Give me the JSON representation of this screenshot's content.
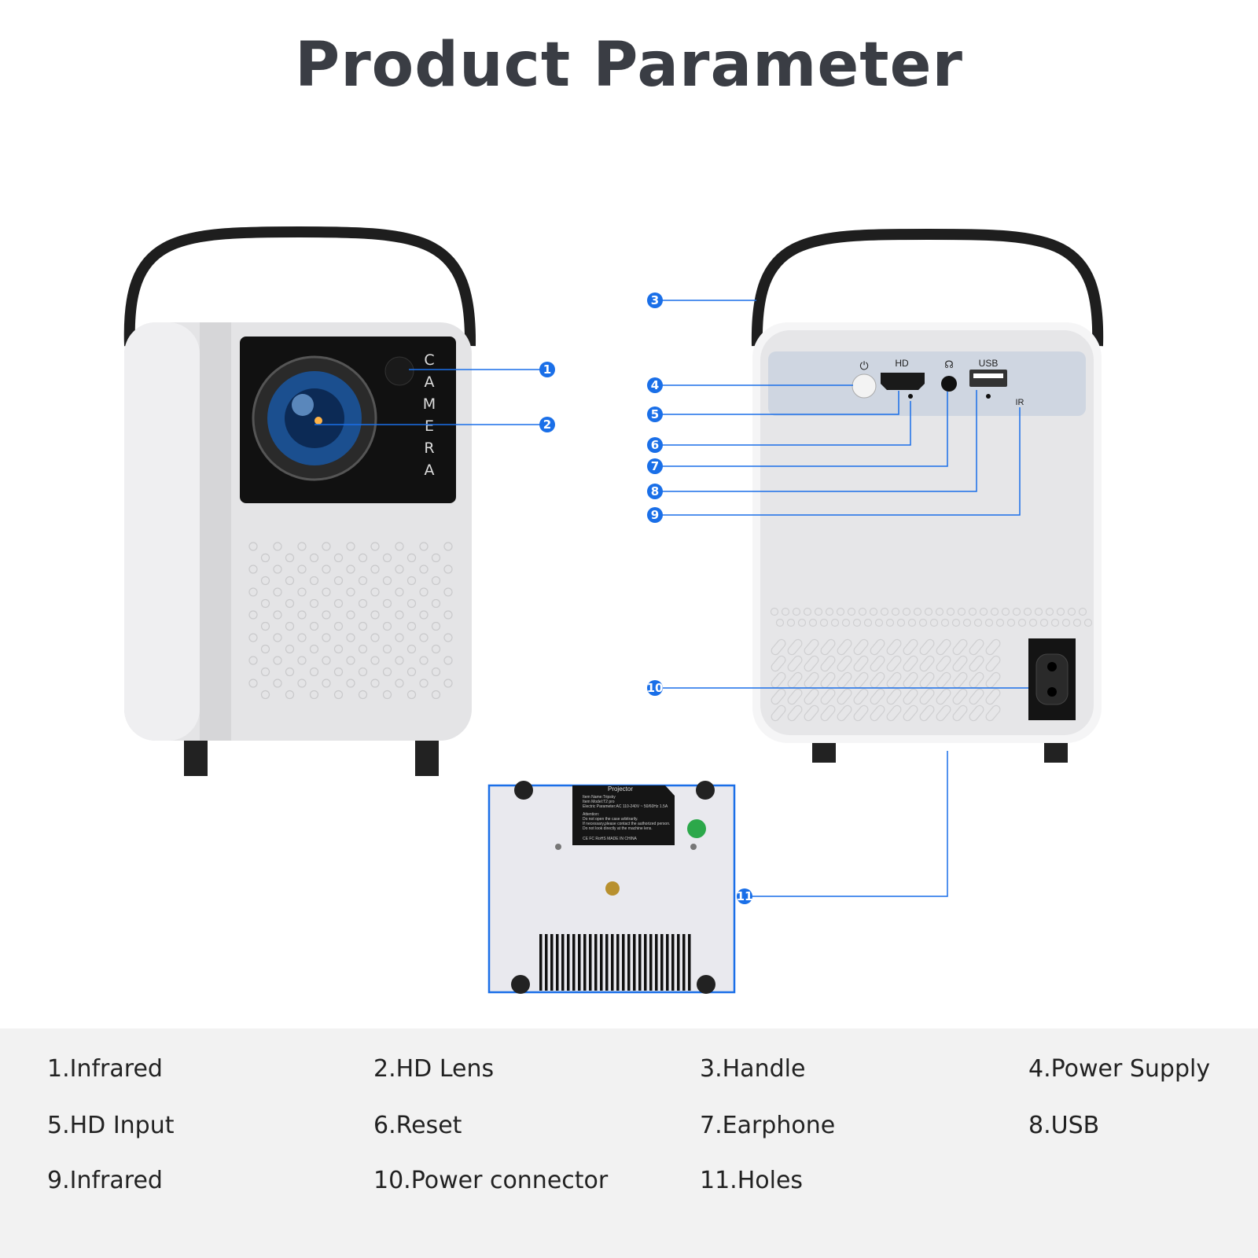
{
  "title": "Product Parameter",
  "front": {
    "camera_label": [
      "C",
      "A",
      "M",
      "E",
      "R",
      "A"
    ]
  },
  "back_panel": {
    "hd": "HD",
    "usb": "USB",
    "ir": "IR"
  },
  "sticker": {
    "title": "Projector",
    "lines": [
      "Item Name:Tripsky",
      "Item Model:T2 pro",
      "Electric Parameter:AC 110-240V ~ 50/60Hz 1.5A",
      "Attention:",
      "Do not open the case arbitrarily.",
      "If necessary,please contact the authorized person.",
      "Do not look directly at the machine lens."
    ],
    "marks": "CE  FC  RoHS   MADE IN CHINA"
  },
  "callouts": [
    "1",
    "2",
    "3",
    "4",
    "5",
    "6",
    "7",
    "8",
    "9",
    "10",
    "11"
  ],
  "legend": [
    "1.Infrared",
    "2.HD Lens",
    "3.Handle",
    "4.Power Supply",
    "5.HD Input",
    "6.Reset",
    "7.Earphone",
    "8.USB",
    "9.Infrared",
    "10.Power connector",
    "11.Holes"
  ],
  "colors": {
    "accent": "#1a6fe8",
    "title": "#3a3d44",
    "legend_bg": "#f2f2f2"
  }
}
